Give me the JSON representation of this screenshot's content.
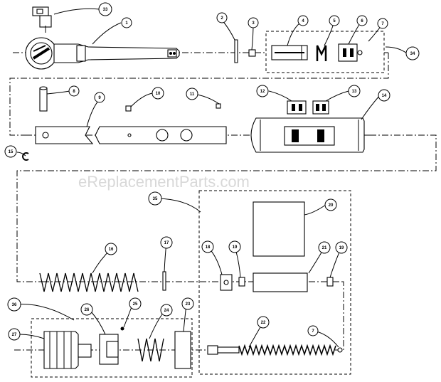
{
  "watermark": "eReplacementParts.com",
  "callouts": [
    {
      "label": "1"
    },
    {
      "label": "2"
    },
    {
      "label": "3"
    },
    {
      "label": "4"
    },
    {
      "label": "5"
    },
    {
      "label": "6"
    },
    {
      "label": "7"
    },
    {
      "label": "8"
    },
    {
      "label": "9"
    },
    {
      "label": "10"
    },
    {
      "label": "11"
    },
    {
      "label": "12"
    },
    {
      "label": "13"
    },
    {
      "label": "14"
    },
    {
      "label": "15"
    },
    {
      "label": "16"
    },
    {
      "label": "17"
    },
    {
      "label": "18"
    },
    {
      "label": "19"
    },
    {
      "label": "20"
    },
    {
      "label": "21"
    },
    {
      "label": "19"
    },
    {
      "label": "22"
    },
    {
      "label": "7"
    },
    {
      "label": "23"
    },
    {
      "label": "24"
    },
    {
      "label": "25"
    },
    {
      "label": "26"
    },
    {
      "label": "27"
    },
    {
      "label": "33"
    },
    {
      "label": "34"
    },
    {
      "label": "35"
    },
    {
      "label": "36"
    }
  ]
}
